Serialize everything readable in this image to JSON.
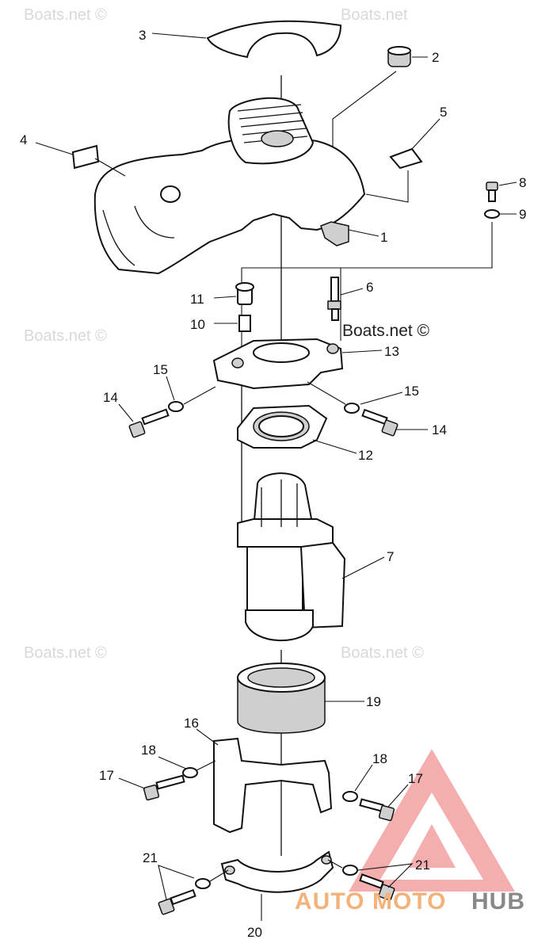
{
  "watermarks": {
    "top_left": "Boats.net ©",
    "top_right": "Boats.net",
    "mid_left": "Boats.net ©",
    "mid_right_strong": "Boats.net ©",
    "lower_left": "Boats.net ©",
    "lower_right": "Boats.net ©"
  },
  "brand": {
    "auto": "AUTO",
    "moto": "MOTO",
    "hub": "HUB",
    "logo_color": "#e57373",
    "accent_color": "#f3b27a"
  },
  "labels": {
    "p1": "1",
    "p2": "2",
    "p3": "3",
    "p4": "4",
    "p5": "5",
    "p6": "6",
    "p7": "7",
    "p8": "8",
    "p9": "9",
    "p10": "10",
    "p11": "11",
    "p12": "12",
    "p13": "13",
    "p14_left": "14",
    "p14_right": "14",
    "p15_left": "15",
    "p15_right": "15",
    "p16": "16",
    "p17_left": "17",
    "p17_right": "17",
    "p18_left": "18",
    "p18_right": "18",
    "p19": "19",
    "p20": "20",
    "p21_left": "21",
    "p21_right": "21"
  }
}
